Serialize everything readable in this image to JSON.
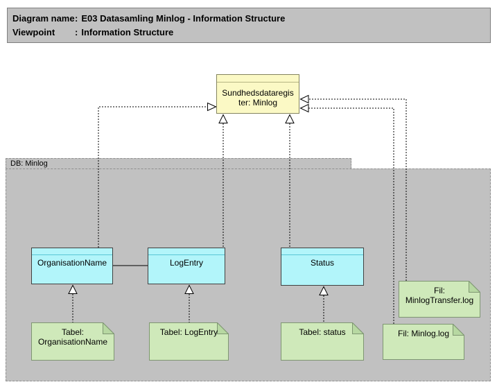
{
  "header": {
    "rows": [
      {
        "label": "Diagram name",
        "sep": ":",
        "value": "E03 Datasamling Minlog - Information Structure"
      },
      {
        "label": "Viewpoint",
        "sep": ":",
        "value": "Information Structure"
      }
    ]
  },
  "group": {
    "title": "DB: Minlog"
  },
  "elements": {
    "register": {
      "name": "Sundhedsdataregister: Minlog"
    },
    "organisation_name": {
      "name": "OrganisationName"
    },
    "log_entry": {
      "name": "LogEntry"
    },
    "status": {
      "name": "Status"
    }
  },
  "notes": {
    "tabel_organisationname": {
      "line1": "Tabel:",
      "line2": "OrganisationName"
    },
    "tabel_logentry": {
      "line1": "Tabel: LogEntry"
    },
    "tabel_status": {
      "line1": "Tabel: status"
    },
    "fil_minlog_log": {
      "line1": "Fil: Minlog.log"
    },
    "fil_minlogtransfer_log": {
      "line1": "Fil:",
      "line2": "MinlogTransfer.log"
    }
  },
  "colors": {
    "group_fill": "#c1c1c1",
    "register_fill": "#fbf9c5",
    "entity_fill": "#b2f5fa",
    "note_fill": "#cfe9ba",
    "note_fold_fill": "#b7d8a2",
    "connector": "#000000"
  }
}
